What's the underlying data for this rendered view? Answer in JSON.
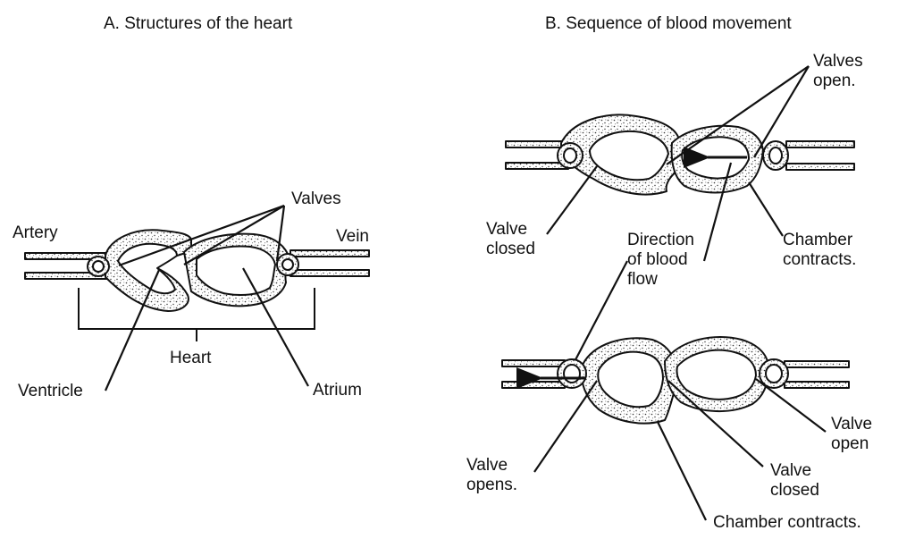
{
  "panel_a": {
    "title": "A.  Structures of the heart",
    "labels": {
      "valves": "Valves",
      "artery": "Artery",
      "vein": "Vein",
      "heart": "Heart",
      "ventricle": "Ventricle",
      "atrium": "Atrium"
    }
  },
  "panel_b": {
    "title": "B.  Sequence of blood movement",
    "top": {
      "valves_open_1": "Valves",
      "valves_open_2": "open.",
      "valve_closed_1": "Valve",
      "valve_closed_2": "closed",
      "chamber_contracts_1": "Chamber",
      "chamber_contracts_2": "contracts."
    },
    "flow": {
      "line1": "Direction",
      "line2": "of blood",
      "line3": "flow"
    },
    "bottom": {
      "valve_opens_1": "Valve",
      "valve_opens_2": "opens.",
      "valve_open_1": "Valve",
      "valve_open_2": "open",
      "valve_closed_1": "Valve",
      "valve_closed_2": "closed",
      "chamber_contracts": "Chamber contracts."
    }
  },
  "colors": {
    "ink": "#111111",
    "stipple": "#555555",
    "background": "#ffffff"
  }
}
